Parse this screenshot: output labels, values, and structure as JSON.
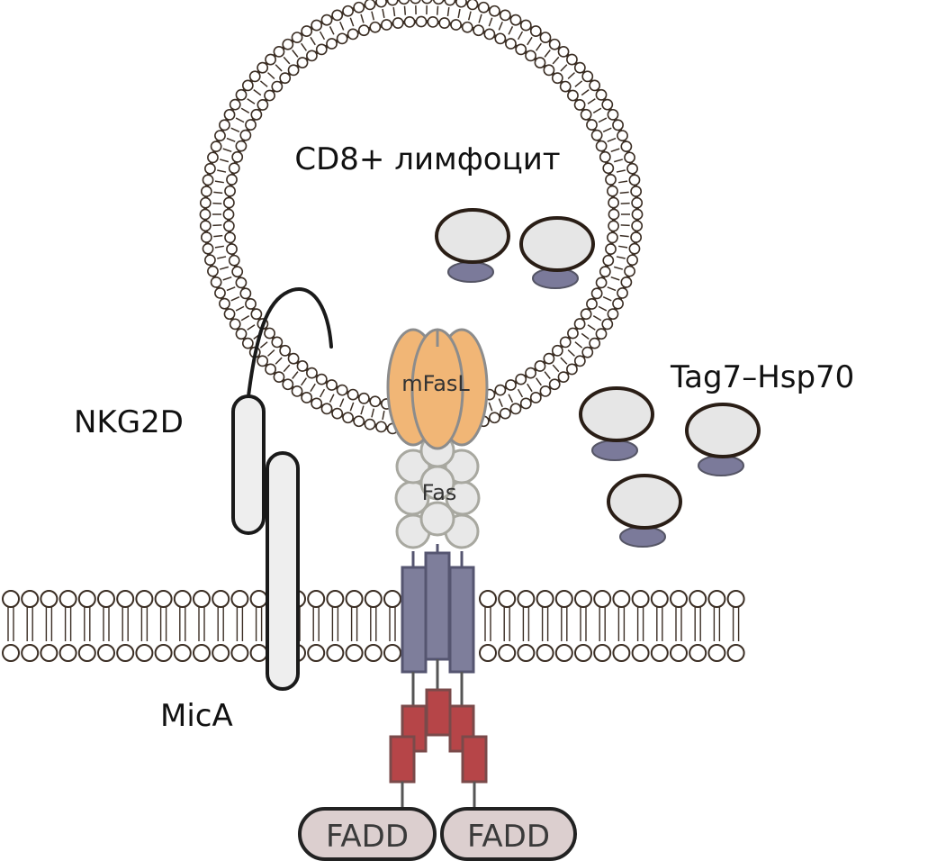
{
  "labels": {
    "cell": "CD8+ лимфоцит",
    "nkg2d": "NKG2D",
    "mica": "MicA",
    "complex": "Tag7–Hsp70",
    "mfasl": "mFasL",
    "fas": "Fas",
    "fadd_left": "FADD",
    "fadd_right": "FADD"
  },
  "colors": {
    "membrane_outline": "#3b2e24",
    "lipid_head": "#ffffff",
    "vesicle_fill": "#e6e6e6",
    "vesicle_base": "#7b7a9a",
    "mfasl": "#f1b676",
    "fas_ball": "#e8e8e8",
    "fas_tm": "#7e7e9b",
    "death_domain": "#b64548",
    "fadd_fill": "#dccfcf",
    "nkg2d_fill": "#eeeeee"
  }
}
